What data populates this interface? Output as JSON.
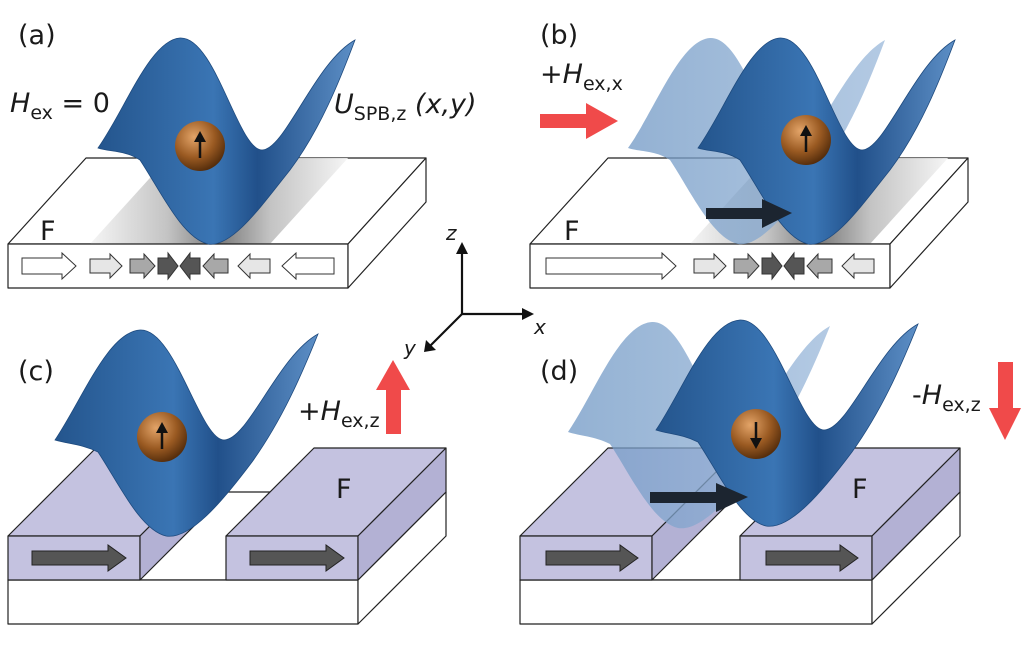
{
  "panels": {
    "a": {
      "label": "(a)",
      "field": {
        "H": "H",
        "sub": "ex",
        "rest": " = 0"
      },
      "potential": {
        "U": "U",
        "sub": "SPB,z",
        "rest": " (x,y)"
      },
      "film_label": "F"
    },
    "b": {
      "label": "(b)",
      "field": {
        "sign": "+",
        "H": "H",
        "sub": "ex,x"
      },
      "film_label": "F"
    },
    "c": {
      "label": "(c)",
      "field": {
        "sign": "+",
        "H": "H",
        "sub": "ex,z"
      },
      "film_label": "F"
    },
    "d": {
      "label": "(d)",
      "field": {
        "sign": "-",
        "H": "H",
        "sub": "ex,z"
      },
      "film_label": "F"
    }
  },
  "axes": {
    "z": "z",
    "x": "x",
    "y": "y"
  },
  "colors": {
    "surface": "#2f66a2",
    "surface_ghost": "#7ea3cc",
    "particle": "#9a5a22",
    "field_arrow": "#f04a4a",
    "film_purple": "#c4c2e0",
    "motion_arrow": "#1c2530"
  },
  "icons": {
    "spin_up": "up-arrow-icon",
    "spin_down": "down-arrow-icon"
  }
}
